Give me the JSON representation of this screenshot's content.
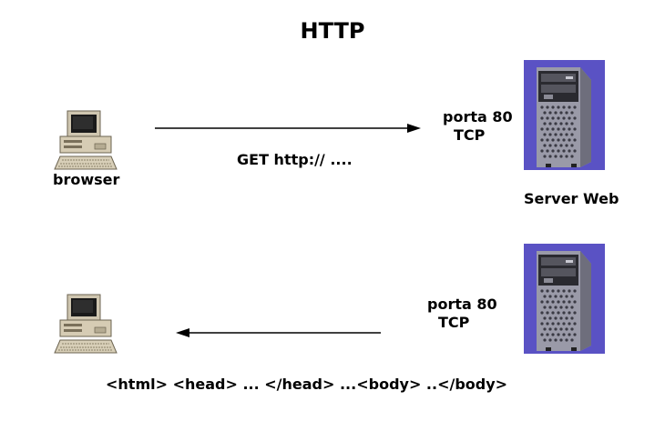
{
  "title": "HTTP",
  "client": {
    "label": "browser",
    "icon": "desktop-computer-icon"
  },
  "request": {
    "label": "GET http:// ....",
    "direction": "client-to-server"
  },
  "server": {
    "label": "Server Web",
    "icon": "server-tower-icon",
    "background_color": "#5a52c4"
  },
  "port_request": {
    "line1": "porta 80",
    "line2": "TCP"
  },
  "port_response": {
    "line1": "porta 80",
    "line2": "TCP"
  },
  "response": {
    "label": "<html> <head> ... </head> ...<body> ..</body>",
    "direction": "server-to-client"
  }
}
